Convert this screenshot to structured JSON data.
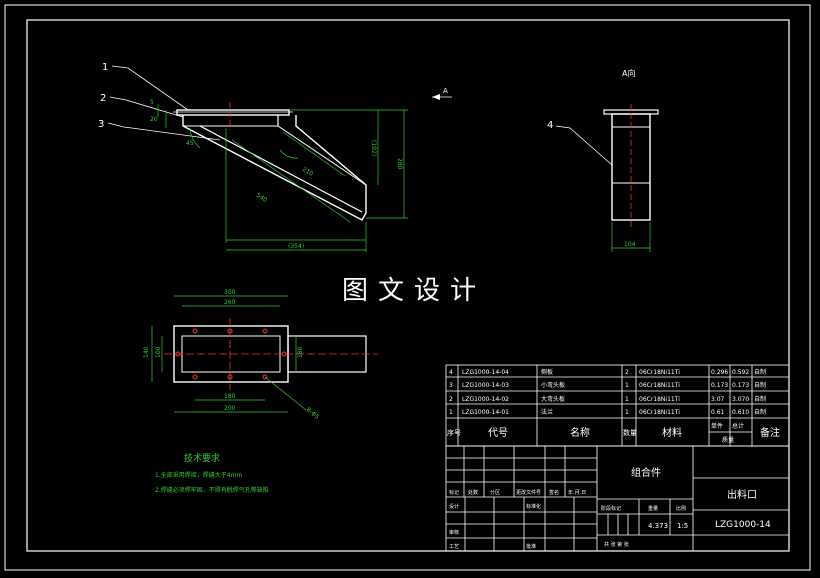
{
  "watermark": "图文设计",
  "callouts": {
    "c1": "1",
    "c2": "2",
    "c3": "3",
    "c4": "4"
  },
  "view_marks": {
    "a_arrow": "A",
    "a_view": "A向"
  },
  "dimensions": {
    "d_5": "5",
    "d_20": "20",
    "d_45": "45",
    "d_210": "210",
    "d_540": "540",
    "d_1192": "(192)",
    "d_280": "280",
    "d_1354": "(354)",
    "d_104": "104",
    "d_300": "300",
    "d_260": "260",
    "d_140": "140",
    "d_100": "100",
    "d_180": "180",
    "d_200": "200",
    "d_8": "8-Φ5"
  },
  "tech_requirements": {
    "title": "技术要求",
    "line1": "1.全部采用焊接，焊缝大于4mm",
    "line2": "2.焊缝必须焊牢固，不得有脱焊气孔等缺陷"
  },
  "parts_list": {
    "rows": [
      {
        "no": "4",
        "code": "LZG1000-14-04",
        "name": "侧板",
        "qty": "2",
        "material": "06Cr18Ni11Ti",
        "unit": "0.296",
        "total": "0.592",
        "note": "自制"
      },
      {
        "no": "3",
        "code": "LZG1000-14-03",
        "name": "小弯头板",
        "qty": "1",
        "material": "06Cr18Ni11Ti",
        "unit": "0.173",
        "total": "0.173",
        "note": "自制"
      },
      {
        "no": "2",
        "code": "LZG1000-14-02",
        "name": "大弯头板",
        "qty": "1",
        "material": "06Cr18Ni11Ti",
        "unit": "3.07",
        "total": "3.070",
        "note": "自制"
      },
      {
        "no": "1",
        "code": "LZG1000-14-01",
        "name": "法兰",
        "qty": "1",
        "material": "06Cr18Ni11Ti",
        "unit": "0.61",
        "total": "0.610",
        "note": "自制"
      }
    ],
    "header": {
      "no": "序号",
      "code": "代号",
      "name": "名称",
      "qty": "数量",
      "material": "材料",
      "unit": "单件",
      "total": "总计",
      "weight": "质量",
      "note": "备注"
    }
  },
  "title_block": {
    "assembly": "组合件",
    "part_name": "出料口",
    "drawing_no": "LZG1000-14",
    "weight": "4.373",
    "scale": "1:5",
    "labels": {
      "mark": "标记",
      "count": "处数",
      "zone": "分区",
      "change_doc": "更改文件号",
      "sign": "签名",
      "date": "年.月.日",
      "design": "设计",
      "standard": "标准化",
      "review": "审核",
      "process": "工艺",
      "approve": "批准",
      "stage": "阶段标记",
      "weight": "重量",
      "scale": "比例",
      "sheet": "共  张  第  张"
    }
  }
}
